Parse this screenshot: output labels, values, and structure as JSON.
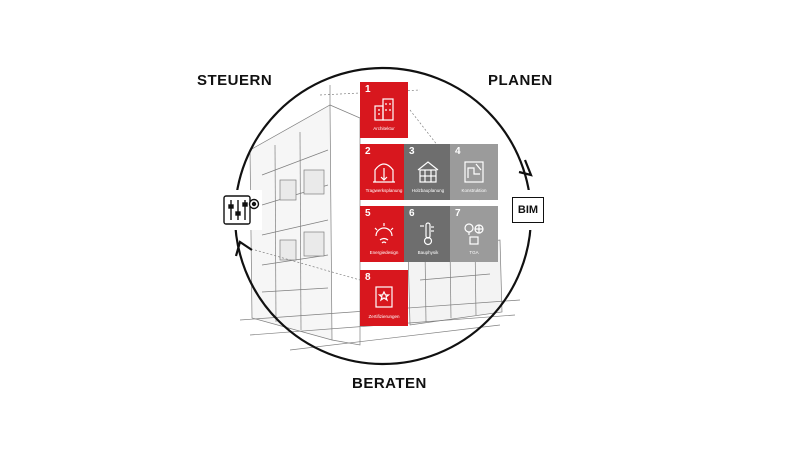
{
  "cycle": {
    "steuern": "STEUERN",
    "planen": "PLANEN",
    "beraten": "BERATEN",
    "bim": "BIM"
  },
  "pieces": [
    {
      "number": "1",
      "label": "Architektur",
      "color": "#d8171e",
      "icon": "building-icon"
    },
    {
      "number": "2",
      "label": "Tragwerksplanung",
      "color": "#d8171e",
      "icon": "arch-structure-icon"
    },
    {
      "number": "3",
      "label": "Holzbauplanung",
      "color": "#6e6e6e",
      "icon": "timber-frame-icon"
    },
    {
      "number": "4",
      "label": "Konstruktion",
      "color": "#9b9b9b",
      "icon": "construction-drawing-icon"
    },
    {
      "number": "5",
      "label": "Energiedesign",
      "color": "#d8171e",
      "icon": "sun-energy-icon"
    },
    {
      "number": "6",
      "label": "Bauphysik",
      "color": "#6e6e6e",
      "icon": "thermometer-icon"
    },
    {
      "number": "7",
      "label": "TGA",
      "color": "#9b9b9b",
      "icon": "building-services-icon"
    },
    {
      "number": "8",
      "label": "Zertifizierungen",
      "color": "#d8171e",
      "icon": "certificate-icon"
    }
  ],
  "colors": {
    "accent": "#d8171e",
    "dark_gray": "#6e6e6e",
    "light_gray": "#9b9b9b",
    "ink": "#111111"
  }
}
